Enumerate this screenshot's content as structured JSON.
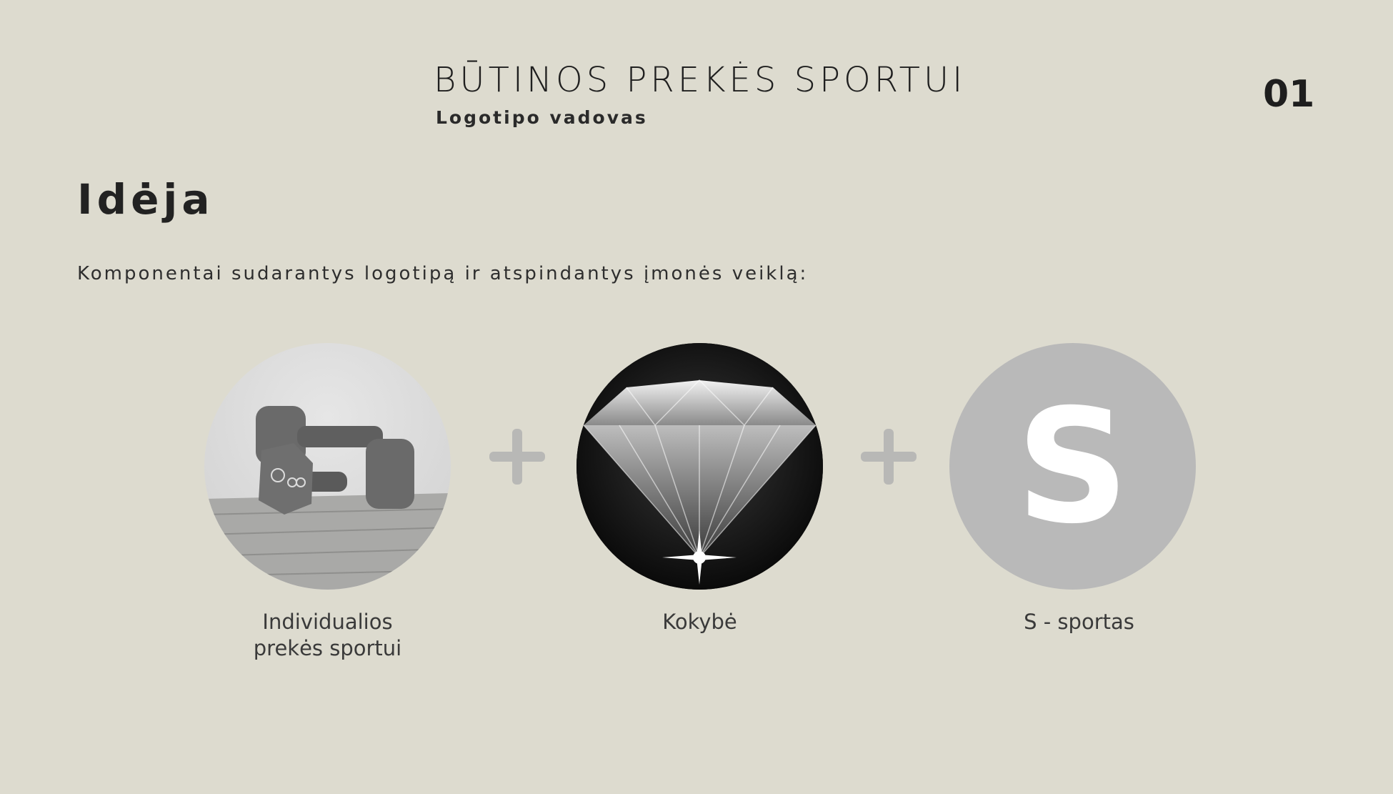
{
  "header": {
    "title": "BŪTINOS PREKĖS SPORTUI",
    "subtitle": "Logotipo vadovas",
    "page_number": "01"
  },
  "section": {
    "title": "Idėja",
    "intro": "Komponentai sudarantys logotipą ir atspindantys įmonės veiklą:"
  },
  "components": [
    {
      "image": "dumbbells-photo",
      "caption_line1": "Individualios",
      "caption_line2": "prekės sportui"
    },
    {
      "image": "diamond-photo",
      "caption_line1": "Kokybė"
    },
    {
      "image": "letter-s-circle",
      "letter": "S",
      "caption_line1": "S - sportas"
    }
  ],
  "colors": {
    "background": "#dddbcf",
    "plus": "#b8b8b6",
    "s_circle": "#b9b9b9"
  }
}
